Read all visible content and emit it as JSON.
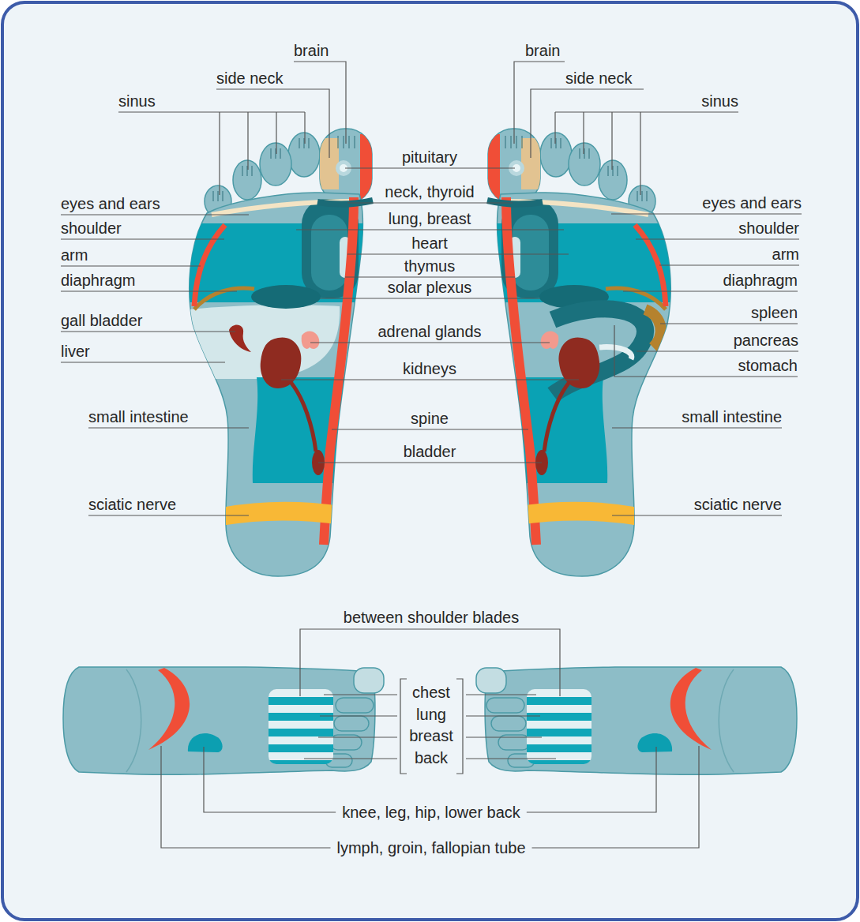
{
  "diagram": {
    "labels": [
      "brain",
      "brain",
      "side neck",
      "side neck",
      "sinus",
      "sinus",
      "pituitary",
      "neck, thyroid",
      "eyes and ears",
      "eyes and ears",
      "lung, breast",
      "shoulder",
      "shoulder",
      "heart",
      "arm",
      "arm",
      "thymus",
      "diaphragm",
      "diaphragm",
      "solar plexus",
      "spleen",
      "gall bladder",
      "adrenal glands",
      "pancreas",
      "liver",
      "stomach",
      "kidneys",
      "small intestine",
      "small intestine",
      "spine",
      "bladder",
      "sciatic nerve",
      "sciatic nerve",
      "between shoulder blades",
      "chest",
      "lung",
      "breast",
      "back",
      "knee, leg, hip, lower back",
      "lymph, groin, fallopian tube"
    ]
  }
}
